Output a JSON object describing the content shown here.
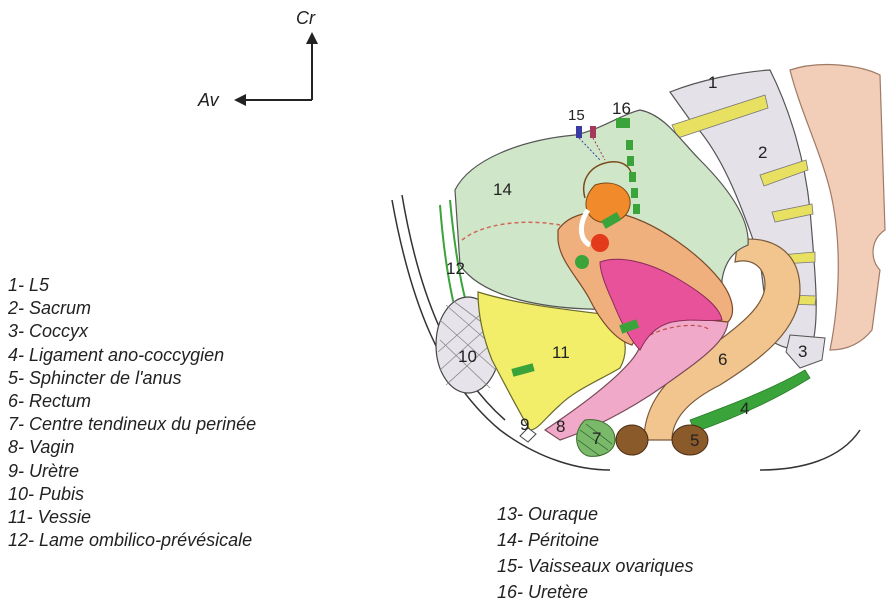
{
  "orientation": {
    "cranial": "Cr",
    "anterior": "Av"
  },
  "legend_left": [
    "1- L5",
    "2- Sacrum",
    "3- Coccyx",
    "4- Ligament ano-coccygien",
    "5- Sphincter de l'anus",
    "6- Rectum",
    "7- Centre tendineux du perinée",
    "8- Vagin",
    "9- Urètre",
    "10- Pubis",
    "11- Vessie",
    "12- Lame ombilico-prévésicale"
  ],
  "legend_right": [
    "13- Ouraque",
    "14- Péritoine",
    "15- Vaisseaux ovariques",
    "16- Uretère"
  ],
  "labels": {
    "n1": "1",
    "n2": "2",
    "n3": "3",
    "n4": "4",
    "n5": "5",
    "n6": "6",
    "n7": "7",
    "n8": "8",
    "n9": "9",
    "n10": "10",
    "n11": "11",
    "n12": "12",
    "n14": "14",
    "n15": "15",
    "n16": "16"
  },
  "colors": {
    "peritoneum": "#cfe6c8",
    "bladder": "#f2ee6a",
    "rectum": "#f2c58f",
    "vagina": "#f0a9c8",
    "uterus_body": "#f0b07e",
    "uterus_cavity": "#e8529a",
    "sacrum": "#e4e2e8",
    "disc": "#e8e060",
    "ureter": "#3aa43a",
    "sphincter": "#8a5a2a",
    "ovary": "#f08a2a"
  }
}
